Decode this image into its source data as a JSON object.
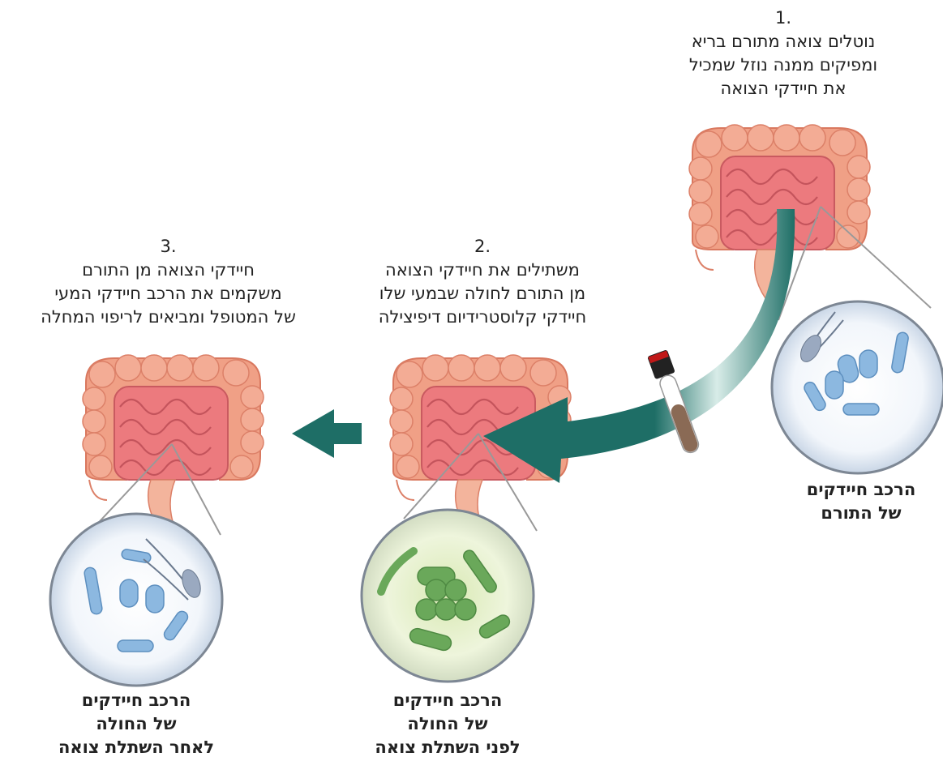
{
  "steps": [
    {
      "number": "1.",
      "lines": [
        "נוטלים צואה מתורם בריא",
        "ומפיקים ממנה נוזל שמכיל",
        "את חיידקי הצואה"
      ]
    },
    {
      "number": "2.",
      "lines": [
        "משתילים את חיידקי הצואה",
        "מן התורם לחולה שבמעי שלו",
        "חיידקי קלוסטרידיום דיפיצילה"
      ]
    },
    {
      "number": "3.",
      "lines": [
        "חיידקי הצואה מן התורם",
        "משקמים את הרכב חיידקי המעי",
        "של המטופל ומביאים לריפוי המחלה"
      ]
    }
  ],
  "captions": {
    "donor": [
      "הרכב חיידקים",
      "של התורם"
    ],
    "patient_before": [
      "הרכב חיידקים",
      "של החולה",
      "לפני השתלת צואה"
    ],
    "patient_after": [
      "הרכב חיידקים",
      "של החולה",
      "לאחר השתלת צואה"
    ]
  },
  "colors": {
    "arrow": "#1e6e66",
    "colon_outer": "#f0a086",
    "colon_inner": "#ec7a7e",
    "healthy_bacteria": "#8cb8e0",
    "pathogen_bacteria": "#6aa85a",
    "tube_liquid": "#8a6a55"
  }
}
